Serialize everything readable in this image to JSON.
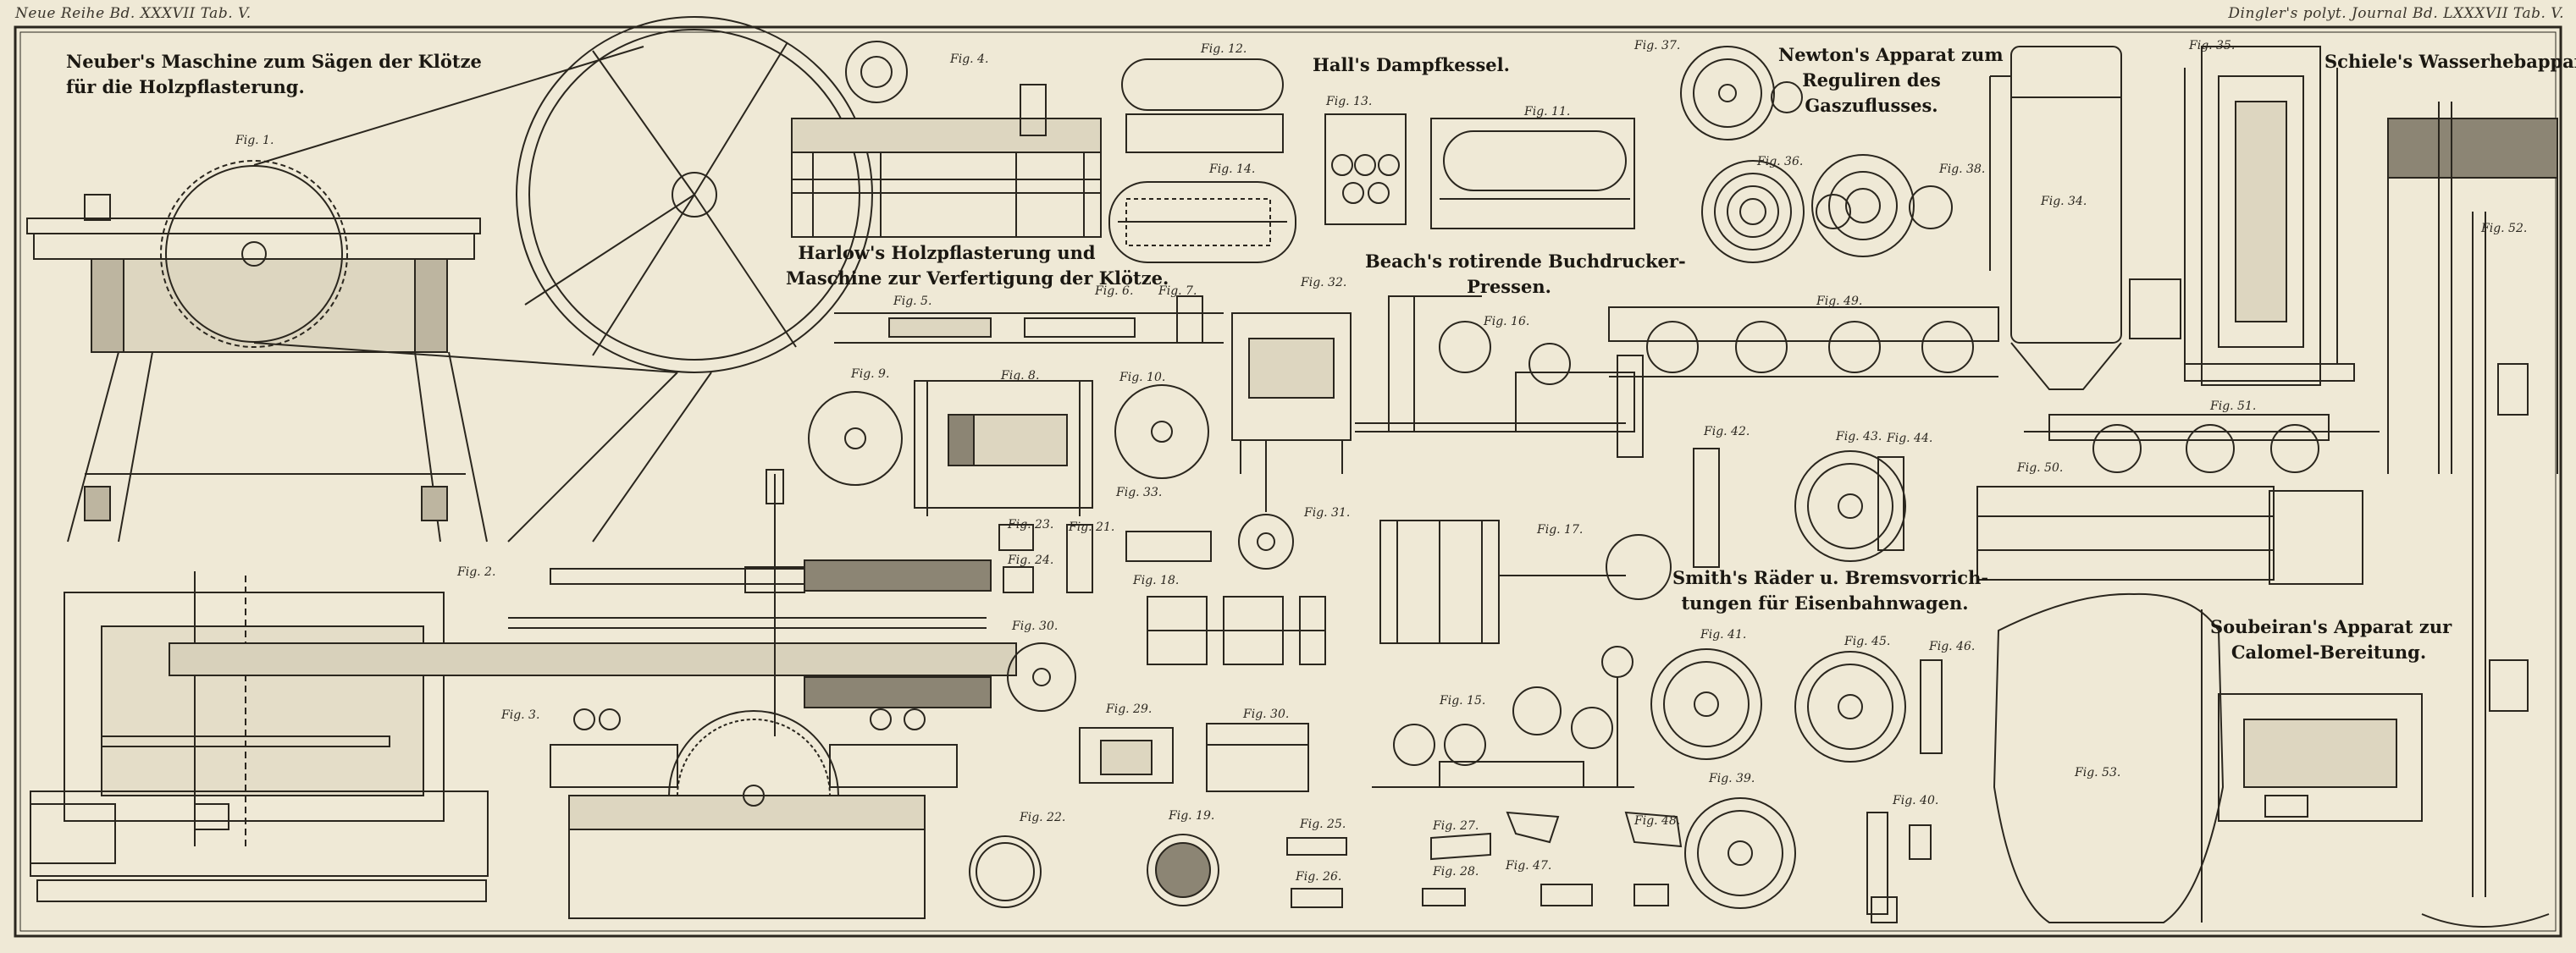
{
  "header": {
    "left": "Neue Reihe Bd. XXXVII Tab. V.",
    "right": "Dingler's polyt. Journal Bd. LXXXVII Tab. V."
  },
  "titles": {
    "neuber": [
      "Neuber's Maschine zum Sägen der Klötze",
      "für die Holzpflasterung."
    ],
    "halls": [
      "Hall's Dampfkessel."
    ],
    "newton": [
      "Newton's Apparat zum",
      "Reguliren des",
      "Gaszuflusses."
    ],
    "schiele": [
      "Schiele's Wasserhebapparat"
    ],
    "harlow": [
      "Harlow's Holzpflasterung und",
      "Maschine zur Verfertigung der Klötze."
    ],
    "beach": [
      "Beach's rotirende Buchdrucker-",
      "Pressen."
    ],
    "smith": [
      "Smith's Räder u. Bremsvorrich-",
      "tungen für Eisenbahnwagen."
    ],
    "soubeiran": [
      "Soubeiran's Apparat zur",
      "Calomel-Bereitung."
    ]
  },
  "figures": [
    "Fig. 1.",
    "Fig. 2.",
    "Fig. 3.",
    "Fig. 4.",
    "Fig. 5.",
    "Fig. 6.",
    "Fig. 7.",
    "Fig. 8.",
    "Fig. 9.",
    "Fig. 10.",
    "Fig. 11.",
    "Fig. 12.",
    "Fig. 13.",
    "Fig. 14.",
    "Fig. 15.",
    "Fig. 16.",
    "Fig. 17.",
    "Fig. 18.",
    "Fig. 19.",
    "Fig. 21.",
    "Fig. 22.",
    "Fig. 23.",
    "Fig. 24.",
    "Fig. 25.",
    "Fig. 26.",
    "Fig. 27.",
    "Fig. 28.",
    "Fig. 29.",
    "Fig. 30.",
    "Fig. 30.",
    "Fig. 31.",
    "Fig. 32.",
    "Fig. 33.",
    "Fig. 34.",
    "Fig. 35.",
    "Fig. 36.",
    "Fig. 37.",
    "Fig. 38.",
    "Fig. 39.",
    "Fig. 40.",
    "Fig. 41.",
    "Fig. 42.",
    "Fig. 43.",
    "Fig. 44.",
    "Fig. 45.",
    "Fig. 46.",
    "Fig. 47.",
    "Fig. 48.",
    "Fig. 49.",
    "Fig. 50.",
    "Fig. 51.",
    "Fig. 52.",
    "Fig. 53."
  ]
}
